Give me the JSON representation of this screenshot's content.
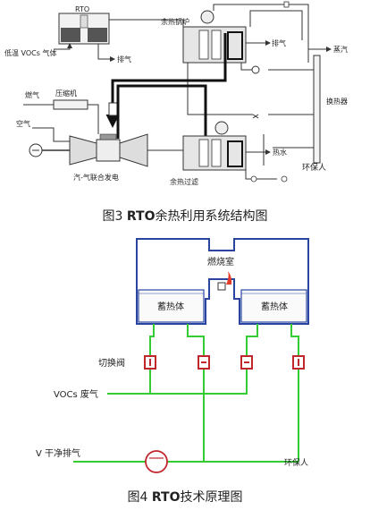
{
  "fig3": {
    "caption_prefix": "图3",
    "caption_bold": "RTO",
    "caption_rest": "余热利用系统结构图",
    "labels": {
      "rto": "RTO",
      "low_voc": "低温 VOCs 气体",
      "exhaust1": "排气",
      "boiler": "余热锅炉",
      "exhaust2": "排气",
      "steam": "蒸汽",
      "fuel": "燃气",
      "compressor": "压缩机",
      "heat_exchanger": "换热器",
      "air": "空气",
      "hot_water": "热水",
      "turbine": "汽-气联合发电",
      "filter": "余热过滤",
      "watermark": "环保人"
    }
  },
  "fig4": {
    "caption_prefix": "图4",
    "caption_bold": "RTO",
    "caption_rest": "技术原理图",
    "labels": {
      "chamber": "燃烧室",
      "bed_left": "蓄热体",
      "bed_right": "蓄热体",
      "switch_valve": "切换阀",
      "voc_gas": "VOCs 废气",
      "clean_exhaust": "V 干净排气",
      "watermark": "环保人"
    },
    "colors": {
      "frame": "#2a45a0",
      "pipe": "#33cc33",
      "valve": "#c0262b"
    }
  }
}
